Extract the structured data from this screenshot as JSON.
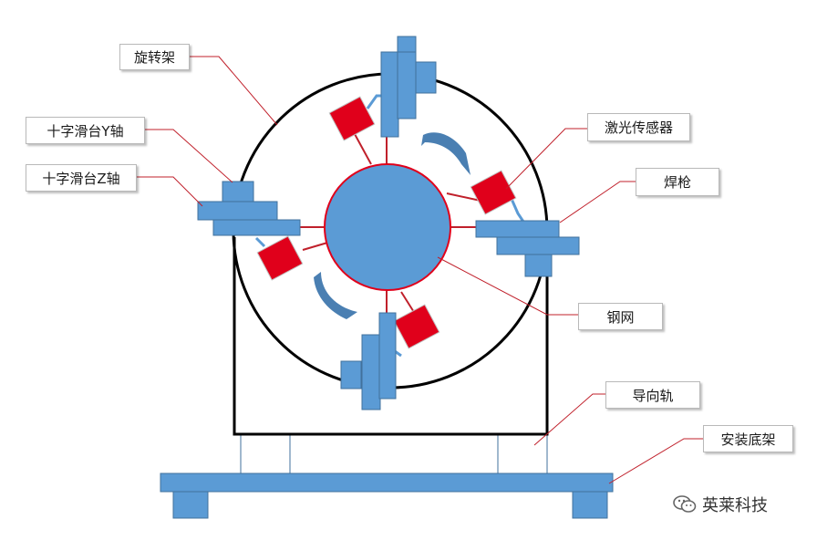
{
  "diagram": {
    "labels": {
      "rotating_frame": "旋转架",
      "cross_slide_y": "十字滑台Y轴",
      "cross_slide_z": "十字滑台Z轴",
      "laser_sensor": "激光传感器",
      "welding_torch": "焊枪",
      "steel_mesh": "钢网",
      "guide_rail": "导向轨",
      "mounting_base": "安装底架"
    },
    "watermark": "英莱科技",
    "colors": {
      "component_fill": "#5b9bd5",
      "component_stroke": "#41719c",
      "sensor_fill": "#e0001b",
      "leader_line": "#c0202b",
      "frame_stroke": "#000000"
    },
    "icons": [
      "wechat-icon"
    ]
  }
}
